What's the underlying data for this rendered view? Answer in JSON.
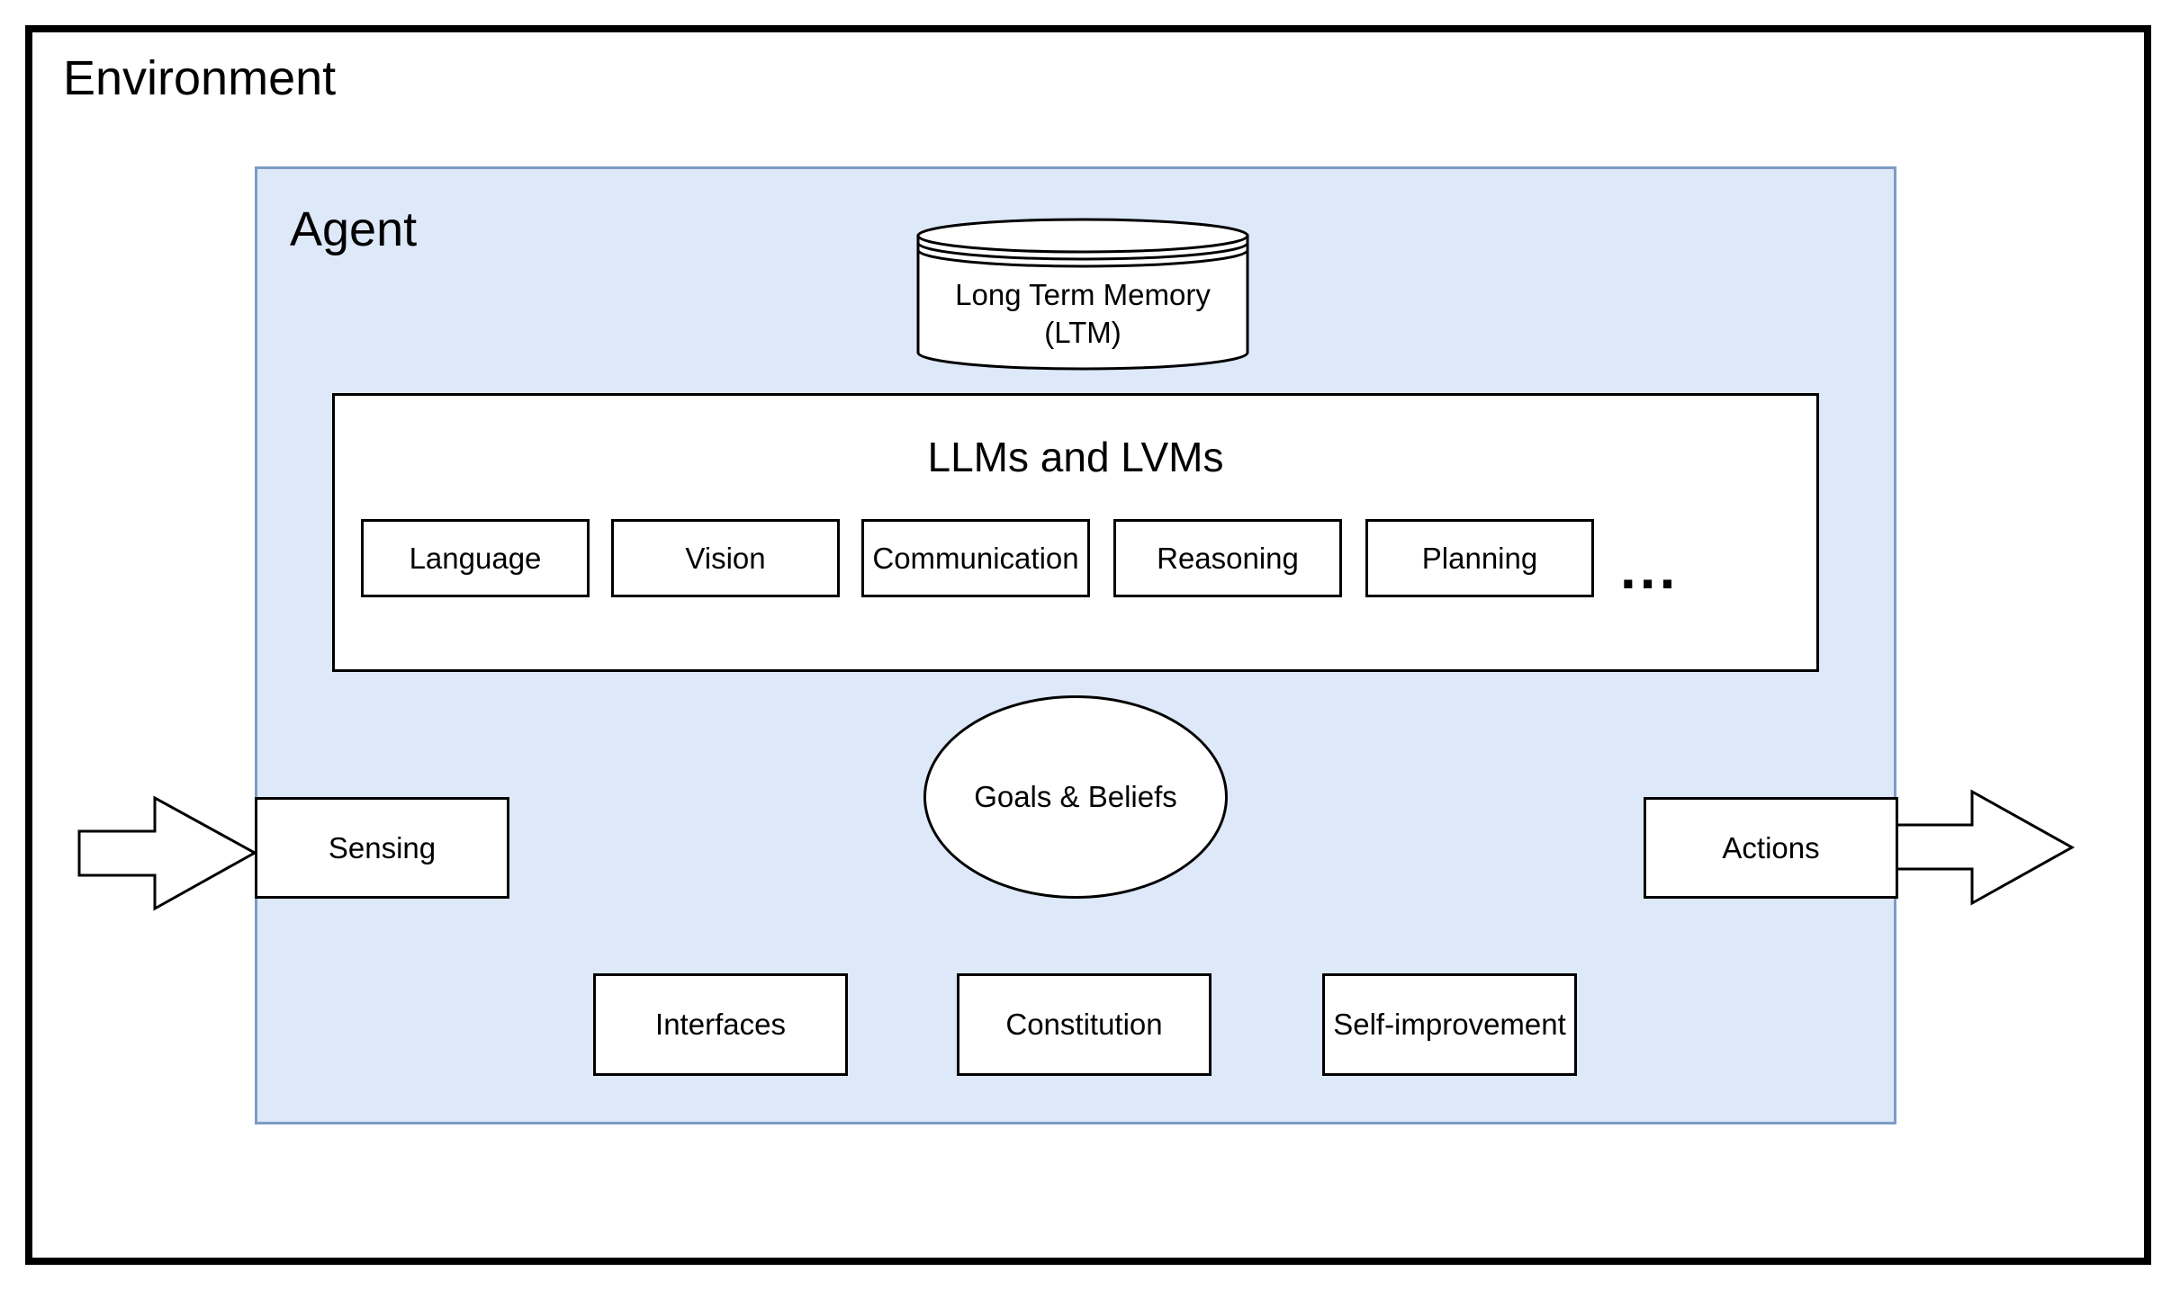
{
  "environment": {
    "label": "Environment"
  },
  "agent": {
    "label": "Agent"
  },
  "memory": {
    "line1": "Long Term Memory",
    "line2": "(LTM)"
  },
  "models": {
    "title": "LLMs and LVMs",
    "capabilities": [
      "Language",
      "Vision",
      "Communication",
      "Reasoning",
      "Planning"
    ],
    "more": "..."
  },
  "goals": {
    "label": "Goals & Beliefs"
  },
  "io": {
    "sensing": "Sensing",
    "actions": "Actions"
  },
  "modules": [
    "Interfaces",
    "Constitution",
    "Self-improvement"
  ],
  "colors": {
    "agent_fill": "#dde8f9",
    "agent_border": "#7d9cc4",
    "stroke": "#000000"
  }
}
